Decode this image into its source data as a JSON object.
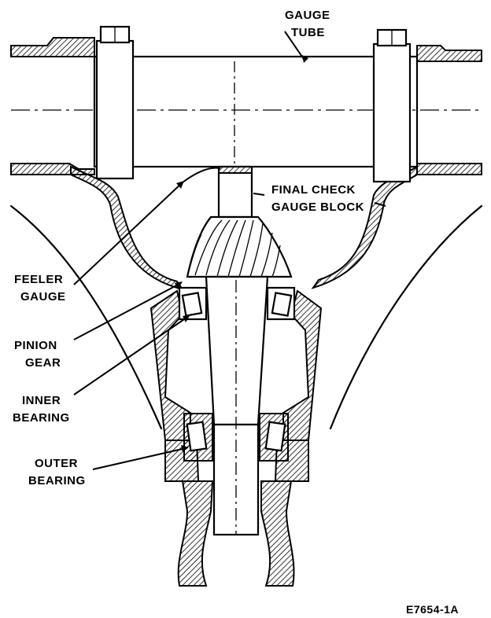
{
  "labels": {
    "gauge_tube_1": "GAUGE",
    "gauge_tube_2": "TUBE",
    "final_check_1": "FINAL CHECK",
    "final_check_2": "GAUGE BLOCK",
    "feeler_1": "FEELER",
    "feeler_2": "GAUGE",
    "pinion_1": "PINION",
    "pinion_2": "GEAR",
    "inner_1": "INNER",
    "inner_2": "BEARING",
    "outer_1": "OUTER",
    "outer_2": "BEARING",
    "figure_code": "E7654-1A"
  },
  "colors": {
    "ink": "#000000",
    "paper": "#ffffff"
  }
}
